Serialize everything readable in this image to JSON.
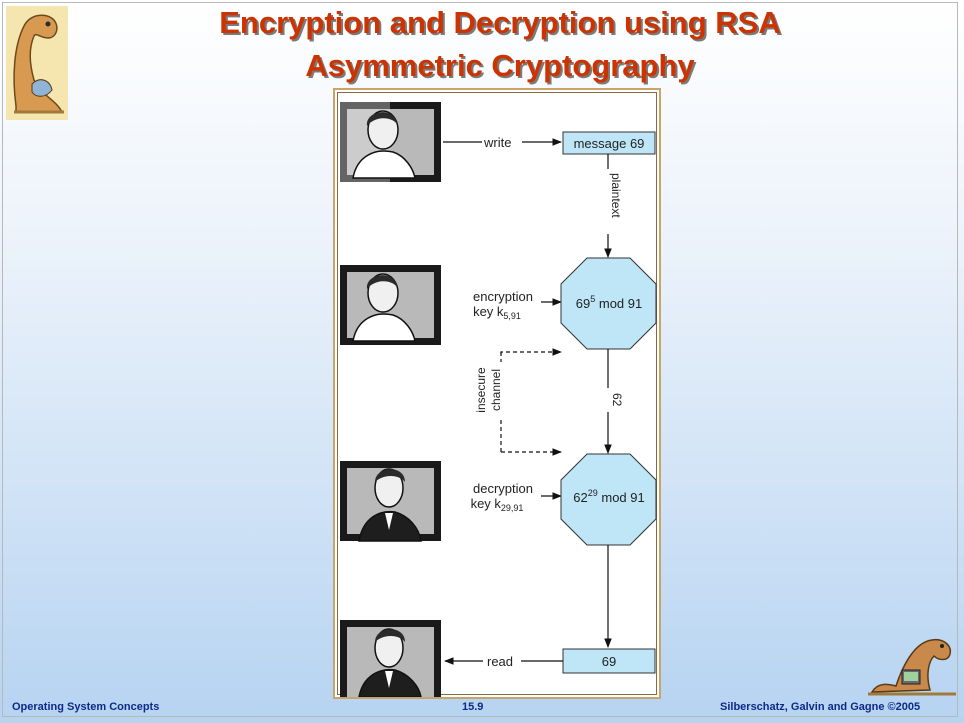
{
  "slide": {
    "title_line1": "Encryption and Decryption using RSA",
    "title_line2": "Asymmetric Cryptography"
  },
  "figure": {
    "write_label": "write",
    "message_box": "message 69",
    "plaintext_label": "plaintext",
    "encryption_label_1": "encryption",
    "encryption_label_2": "key k",
    "encryption_key_sub": "5,91",
    "encrypt_op_base": "69",
    "encrypt_op_exp": "5",
    "encrypt_op_rest": " mod 91",
    "ciphertext_label": "62",
    "insecure_label_1": "insecure",
    "insecure_label_2": "channel",
    "decryption_label_1": "decryption",
    "decryption_label_2": "key k",
    "decryption_key_sub": "29,91",
    "decrypt_op_base": "62",
    "decrypt_op_exp": "29",
    "decrypt_op_rest": " mod 91",
    "read_label": "read",
    "result_box": "69",
    "colors": {
      "box_fill": "#bfe6f7",
      "frame_dark": "#1a1a1a",
      "panel_gray": "#b9b9b9"
    }
  },
  "footer": {
    "left": "Operating System Concepts",
    "center": "15.9",
    "right": "Silberschatz, Galvin and Gagne ©2005"
  }
}
